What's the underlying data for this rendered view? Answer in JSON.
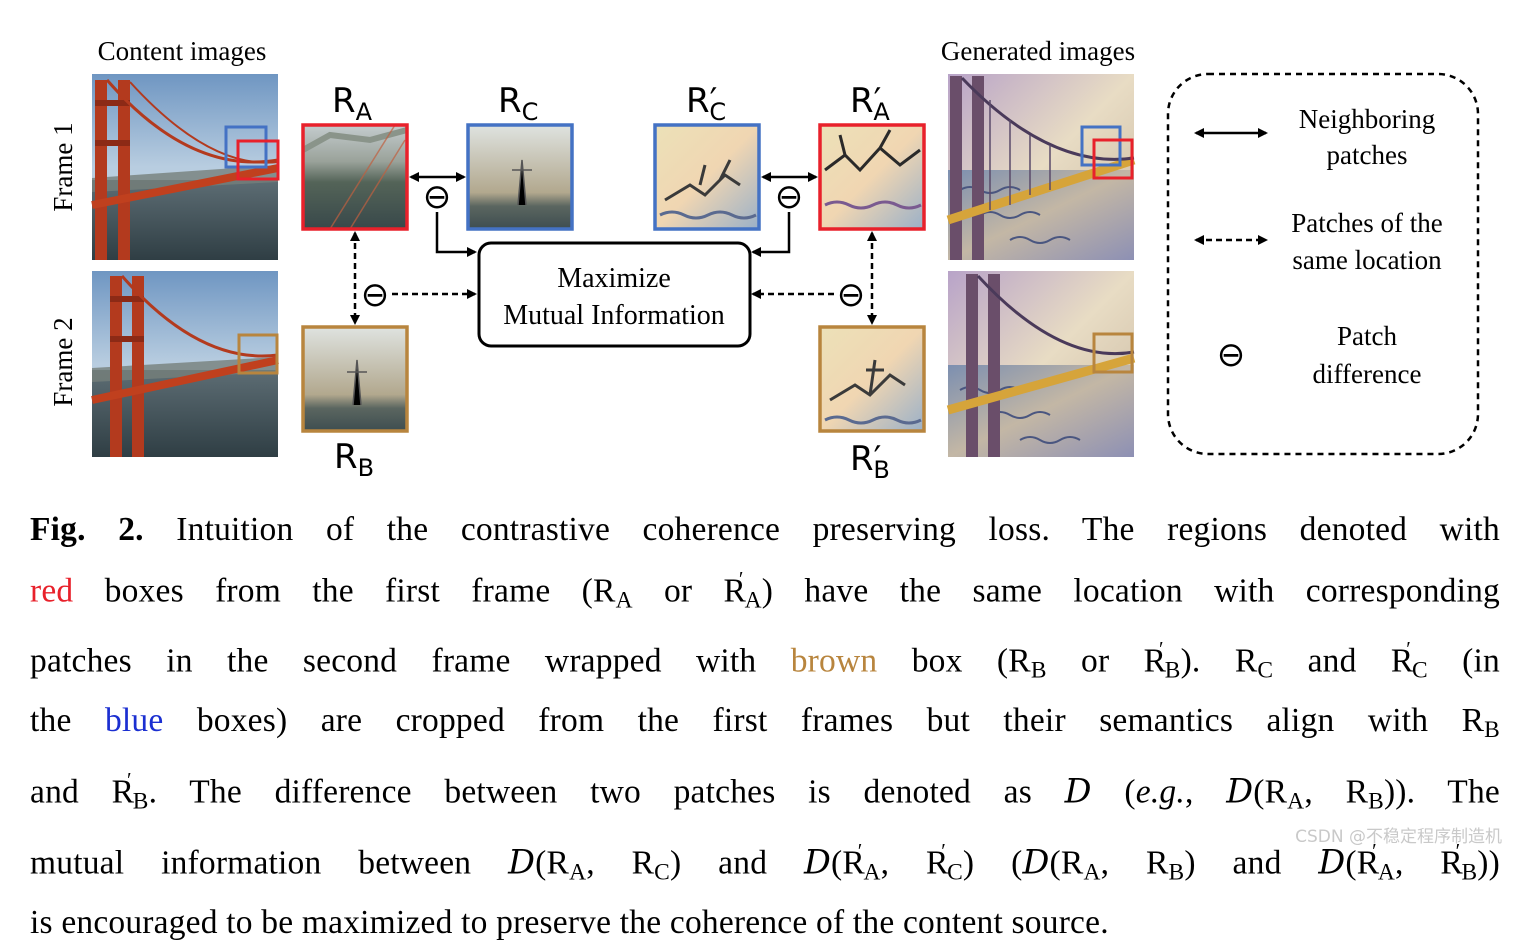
{
  "figure": {
    "left_header": "Content images",
    "right_header": "Generated images",
    "frame1_label": "Frame 1",
    "frame2_label": "Frame 2",
    "patch_labels": {
      "ra": "R",
      "ra_sub": "A",
      "rc": "R",
      "rc_sub": "C",
      "rc_prime": "R′",
      "rc_prime_sub": "C",
      "ra_prime": "R′",
      "ra_prime_sub": "A",
      "rb": "R",
      "rb_sub": "B",
      "rb_prime": "R′",
      "rb_prime_sub": "B"
    },
    "center_box": [
      "Maximize",
      "Mutual Information"
    ],
    "difference_symbol": "⊖",
    "legend": {
      "neighboring": [
        "Neighboring",
        "patches"
      ],
      "same_location": [
        "Patches of the",
        "same location"
      ],
      "difference": [
        "Patch",
        "difference"
      ],
      "difference_symbol": "⊖"
    },
    "colors": {
      "red": "#e8212b",
      "blue": "#4472c4",
      "brown": "#b8853e"
    }
  },
  "caption": {
    "fig_label": "Fig. 2.",
    "lines": [
      " Intuition of the contrastive coherence preserving loss. The regions denoted with",
      "boxes from the first frame (R",
      "patches in the second frame wrapped with",
      "the",
      "and R",
      "mutual information between",
      "is encouraged to be maximized to preserve the coherence of the content source."
    ],
    "red_word": "red",
    "brown_word": "brown",
    "blue_word": "blue"
  },
  "watermark": "CSDN @不稳定程序制造机"
}
